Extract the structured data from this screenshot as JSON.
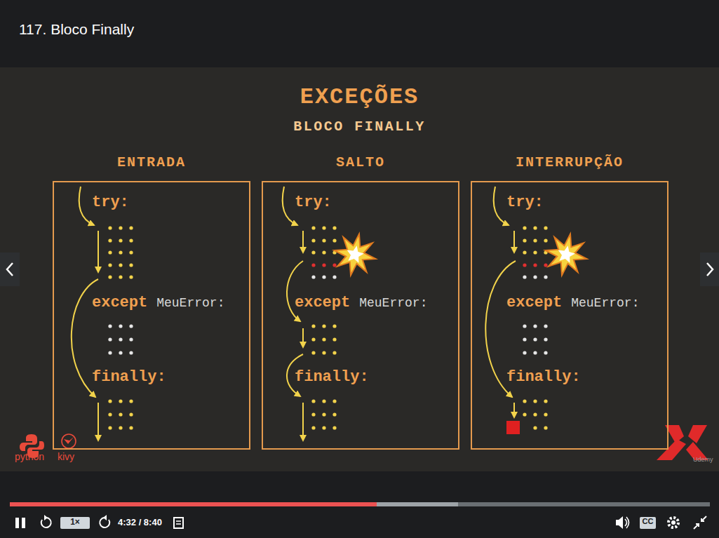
{
  "diagram": {
    "title": "EXCEÇÕES",
    "nodes": [
      {
        "text": [
          "ENTRADA",
          "try:",
          "except",
          "MeuError:",
          "finally:"
        ]
      },
      {
        "text": [
          "SALTO",
          "try:",
          "except",
          "MeuError:",
          "finally:"
        ]
      },
      {
        "text": [
          "INTERRUPÇÃO",
          "try:",
          "except",
          "MeuError:",
          "finally:"
        ]
      }
    ],
    "labels": [
      "117. Bloco Finally",
      "BLOCO FINALLY",
      "python",
      "kivy",
      "Udemy",
      "1×",
      "4:32 / 8:40",
      "CC"
    ]
  }
}
